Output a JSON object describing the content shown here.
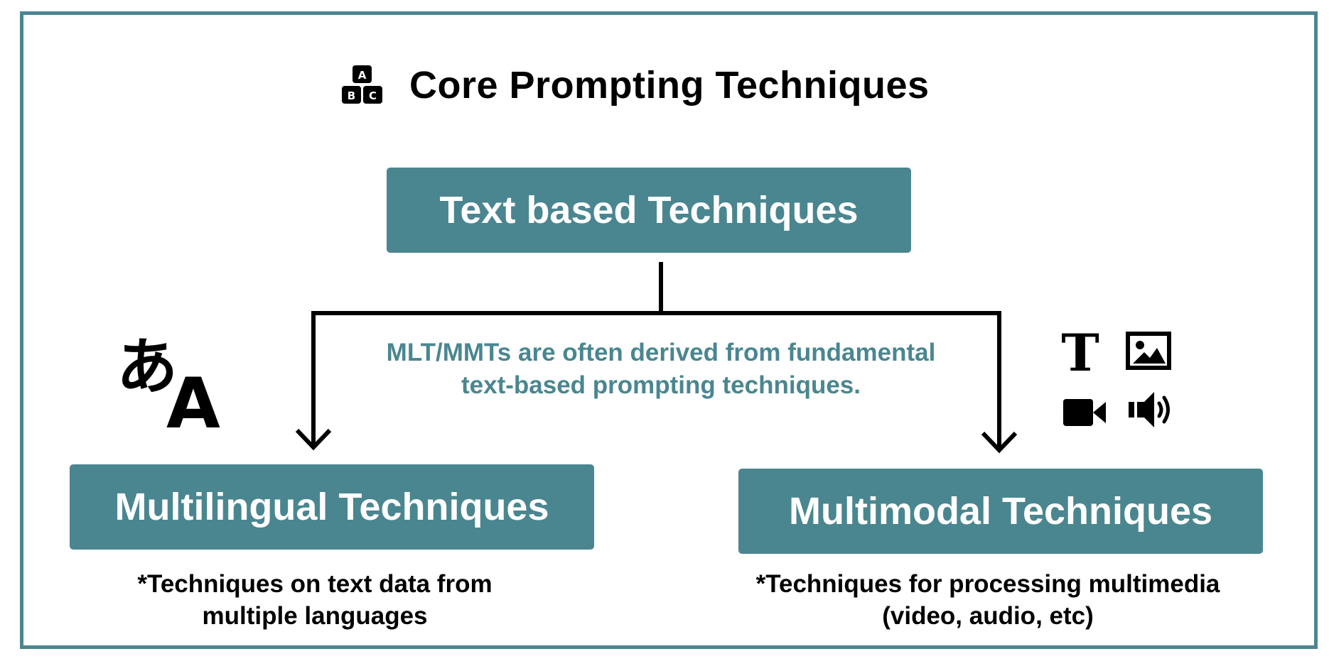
{
  "header": {
    "title": "Core Prompting Techniques",
    "icon": "abc-blocks-icon"
  },
  "boxes": {
    "top": "Text based Techniques",
    "left": "Multilingual Techniques",
    "right": "Multimodal Techniques"
  },
  "note": {
    "line1": "MLT/MMTs are often derived from fundamental",
    "line2": "text-based prompting techniques."
  },
  "captions": {
    "left": {
      "line1": "*Techniques on text data from",
      "line2": "multiple languages"
    },
    "right": {
      "line1": "*Techniques for processing multimedia",
      "line2": "(video, audio, etc)"
    }
  },
  "icons": {
    "translate": {
      "name": "translate-icon",
      "glyph_kana": "あ",
      "glyph_latin": "A"
    },
    "text": {
      "name": "text-type-icon",
      "glyph": "T"
    },
    "image": "image-icon",
    "video": "video-camera-icon",
    "audio": "speaker-icon"
  },
  "colors": {
    "accent": "#4a8690",
    "box_text": "#ffffff",
    "text": "#000000"
  }
}
